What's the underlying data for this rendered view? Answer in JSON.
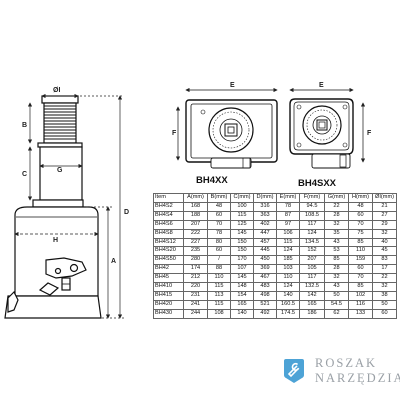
{
  "diagram": {
    "dimension_labels": {
      "diameter": "ØI",
      "b": "B",
      "g": "G",
      "c": "C",
      "h": "H",
      "d": "D",
      "a": "A",
      "e_left": "E",
      "f_left": "F",
      "e_right": "E",
      "f_right": "F"
    },
    "view_captions": {
      "left": "BH4XX",
      "right": "BH4SXX"
    }
  },
  "spec_table": {
    "headers": [
      "Item",
      "A(mm)",
      "B(mm)",
      "C(mm)",
      "D(mm)",
      "E(mm)",
      "F(mm)",
      "G(mm)",
      "H(mm)",
      "ØI(mm)"
    ],
    "rows": [
      [
        "BH4S2",
        "168",
        "48",
        "100",
        "316",
        "78",
        "94.5",
        "22",
        "48",
        "21"
      ],
      [
        "BH4S4",
        "188",
        "60",
        "115",
        "363",
        "87",
        "108.5",
        "28",
        "60",
        "27"
      ],
      [
        "BH4S6",
        "207",
        "70",
        "125",
        "402",
        "97",
        "117",
        "32",
        "70",
        "29"
      ],
      [
        "BH4S8",
        "222",
        "78",
        "145",
        "447",
        "106",
        "124",
        "35",
        "75",
        "32"
      ],
      [
        "BH4S12",
        "227",
        "80",
        "150",
        "457",
        "115",
        "134.5",
        "43",
        "85",
        "40"
      ],
      [
        "BH4S20",
        "235",
        "60",
        "150",
        "445",
        "124",
        "152",
        "53",
        "110",
        "45"
      ],
      [
        "BH4S50",
        "280",
        "/",
        "170",
        "450",
        "185",
        "207",
        "85",
        "159",
        "83"
      ],
      [
        "BH42",
        "174",
        "88",
        "107",
        "369",
        "103",
        "105",
        "28",
        "60",
        "17"
      ],
      [
        "BH45",
        "212",
        "110",
        "145",
        "467",
        "110",
        "117",
        "32",
        "70",
        "22"
      ],
      [
        "BH410",
        "220",
        "115",
        "148",
        "483",
        "124",
        "132.5",
        "43",
        "85",
        "32"
      ],
      [
        "BH415",
        "231",
        "113",
        "154",
        "498",
        "140",
        "142",
        "50",
        "102",
        "38"
      ],
      [
        "BH420",
        "241",
        "115",
        "165",
        "521",
        "160.5",
        "165",
        "54.5",
        "116",
        "50"
      ],
      [
        "BH430",
        "244",
        "108",
        "140",
        "492",
        "174.5",
        "186",
        "62",
        "133",
        "60"
      ]
    ]
  },
  "brand": {
    "line1": "ROSZAK",
    "line2": "NARZĘDZIA",
    "accent": "#4da3d6"
  }
}
